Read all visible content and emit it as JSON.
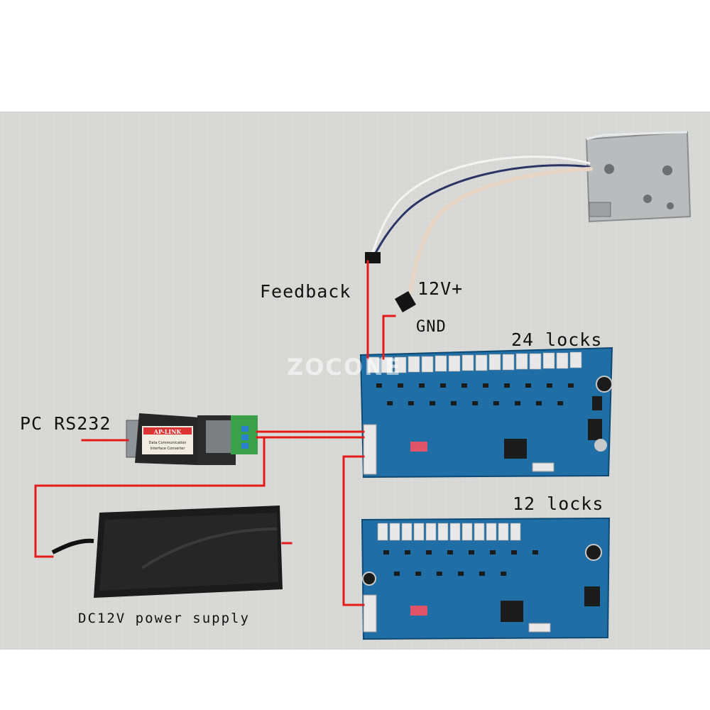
{
  "labels": {
    "feedback": "Feedback",
    "v12_plus": "12V+",
    "gnd": "GND",
    "locks_24": "24 locks",
    "locks_12": "12 locks",
    "pc_rs232": "PC RS232",
    "power_supply": "DC12V power supply"
  },
  "watermark": "ZOCONE",
  "converter": {
    "brand": "AP-LINK",
    "line1": "Data Communication",
    "line2": "Interface Converter"
  },
  "colors": {
    "background": "#d9dad8",
    "pcb": "#1f6ea6",
    "wire": "#e31b1b",
    "adapter": "#1b1b1b"
  }
}
